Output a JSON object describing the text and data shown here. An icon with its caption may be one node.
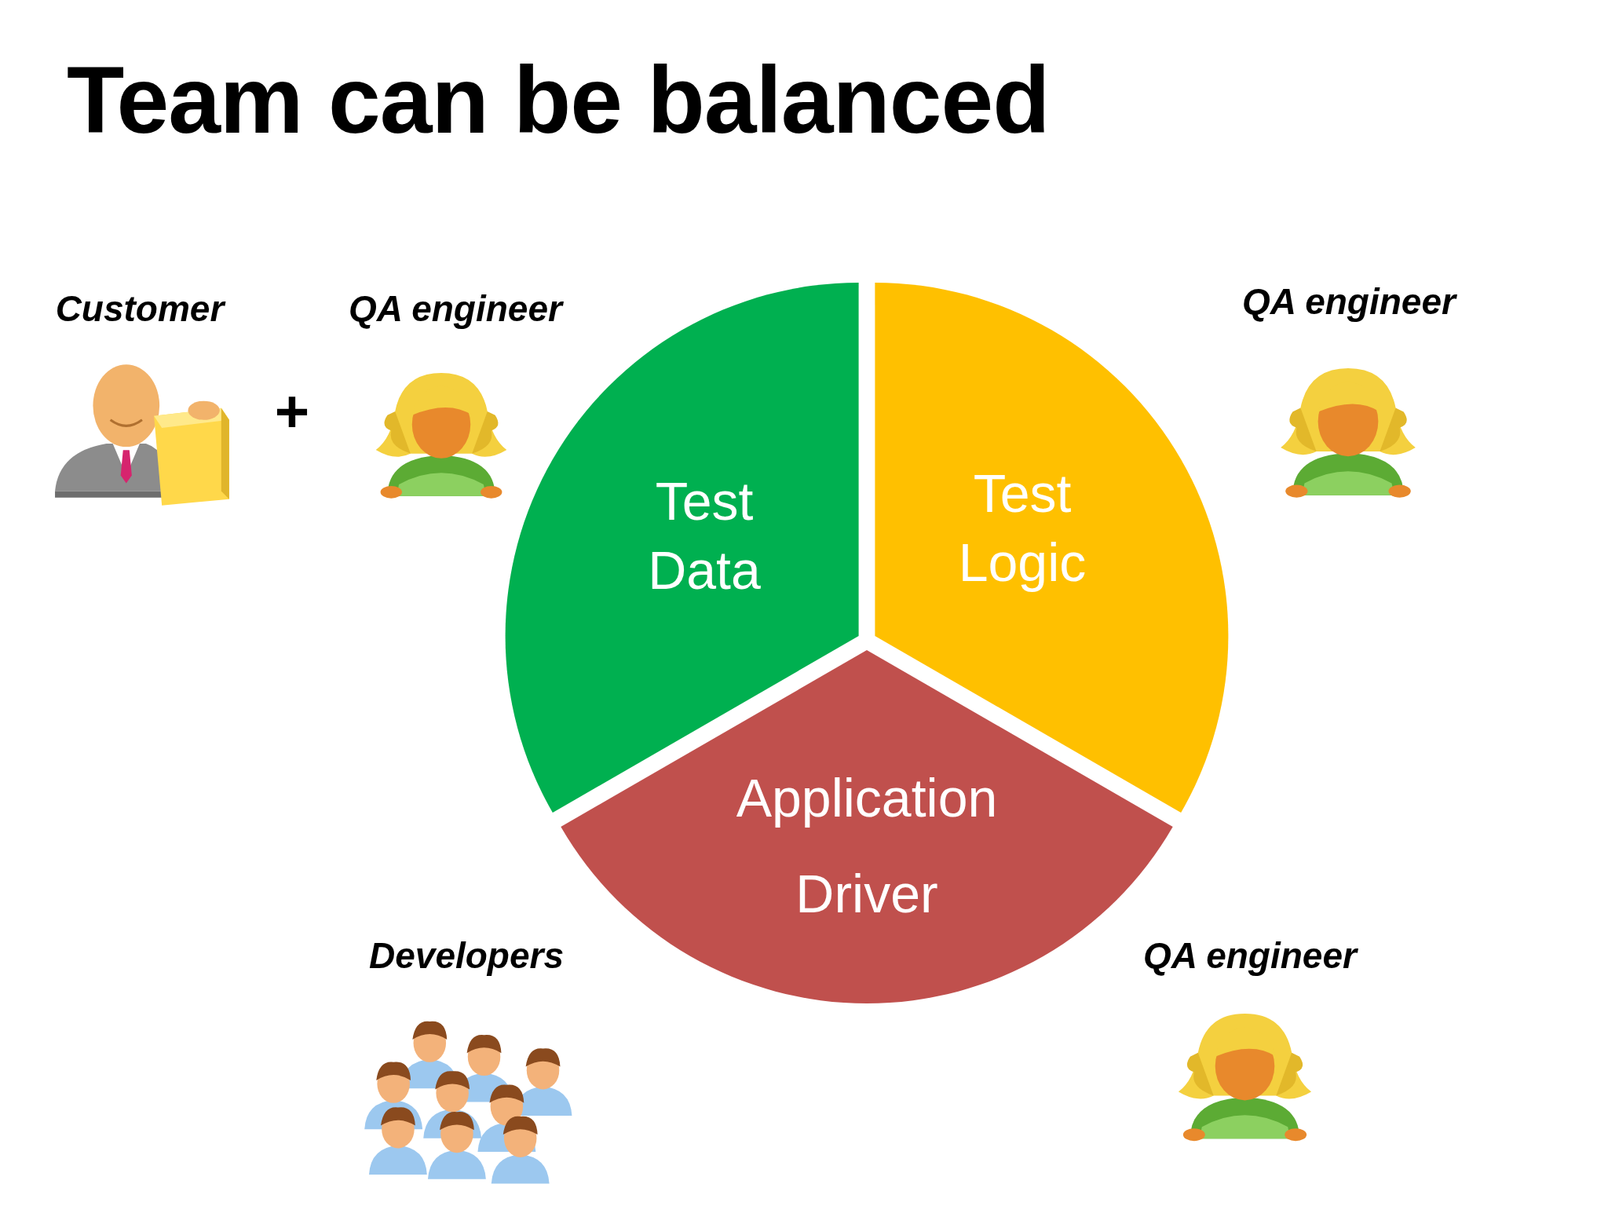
{
  "diagram": {
    "title": "Team can be balanced",
    "nodes": [
      {
        "text": [
          "Test Data"
        ]
      },
      {
        "text": [
          "Test Logic"
        ]
      },
      {
        "text": [
          "Application Driver"
        ]
      }
    ],
    "labels": [
      "Customer",
      "QA engineer",
      "QA engineer",
      "+",
      "Developers",
      "QA engineer"
    ]
  }
}
